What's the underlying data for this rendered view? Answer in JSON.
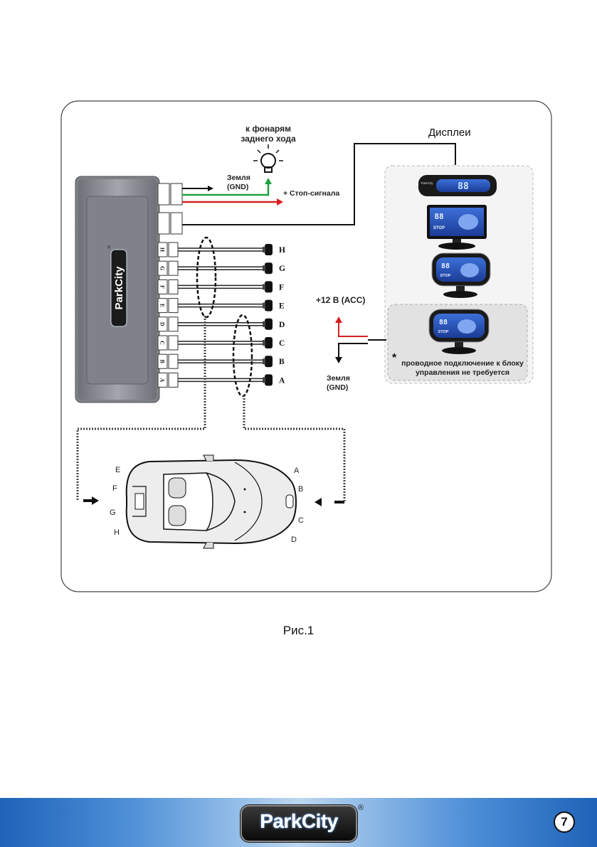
{
  "diagram": {
    "reverse_lights_label": [
      "к фонарям",
      "заднего хода"
    ],
    "ground_label": [
      "Земля",
      "(GND)"
    ],
    "stop_signal_label": "+ Стоп-сигнала",
    "displays_label": "Дисплеи",
    "power_label": "+12 В (АСС)",
    "power_ground_label": [
      "Земля",
      "(GND)"
    ],
    "asterisk": "*",
    "wireless_note": [
      "проводное подключение к блоку",
      "управления не требуется"
    ],
    "unit_logo": "ParkCity",
    "unit_ports": [
      "H",
      "G",
      "F",
      "E",
      "D",
      "C",
      "B",
      "A"
    ],
    "sensors": [
      "H",
      "G",
      "F",
      "E",
      "D",
      "C",
      "B",
      "A"
    ],
    "display_digits": "88",
    "display_stop": "STOP",
    "car_rear_labels": [
      "E",
      "F",
      "G",
      "H"
    ],
    "car_front_labels": [
      "A",
      "B",
      "C",
      "D"
    ]
  },
  "caption": "Рис.1",
  "footer": {
    "logo": "ParkCity",
    "registered": "®",
    "page_number": "7"
  }
}
